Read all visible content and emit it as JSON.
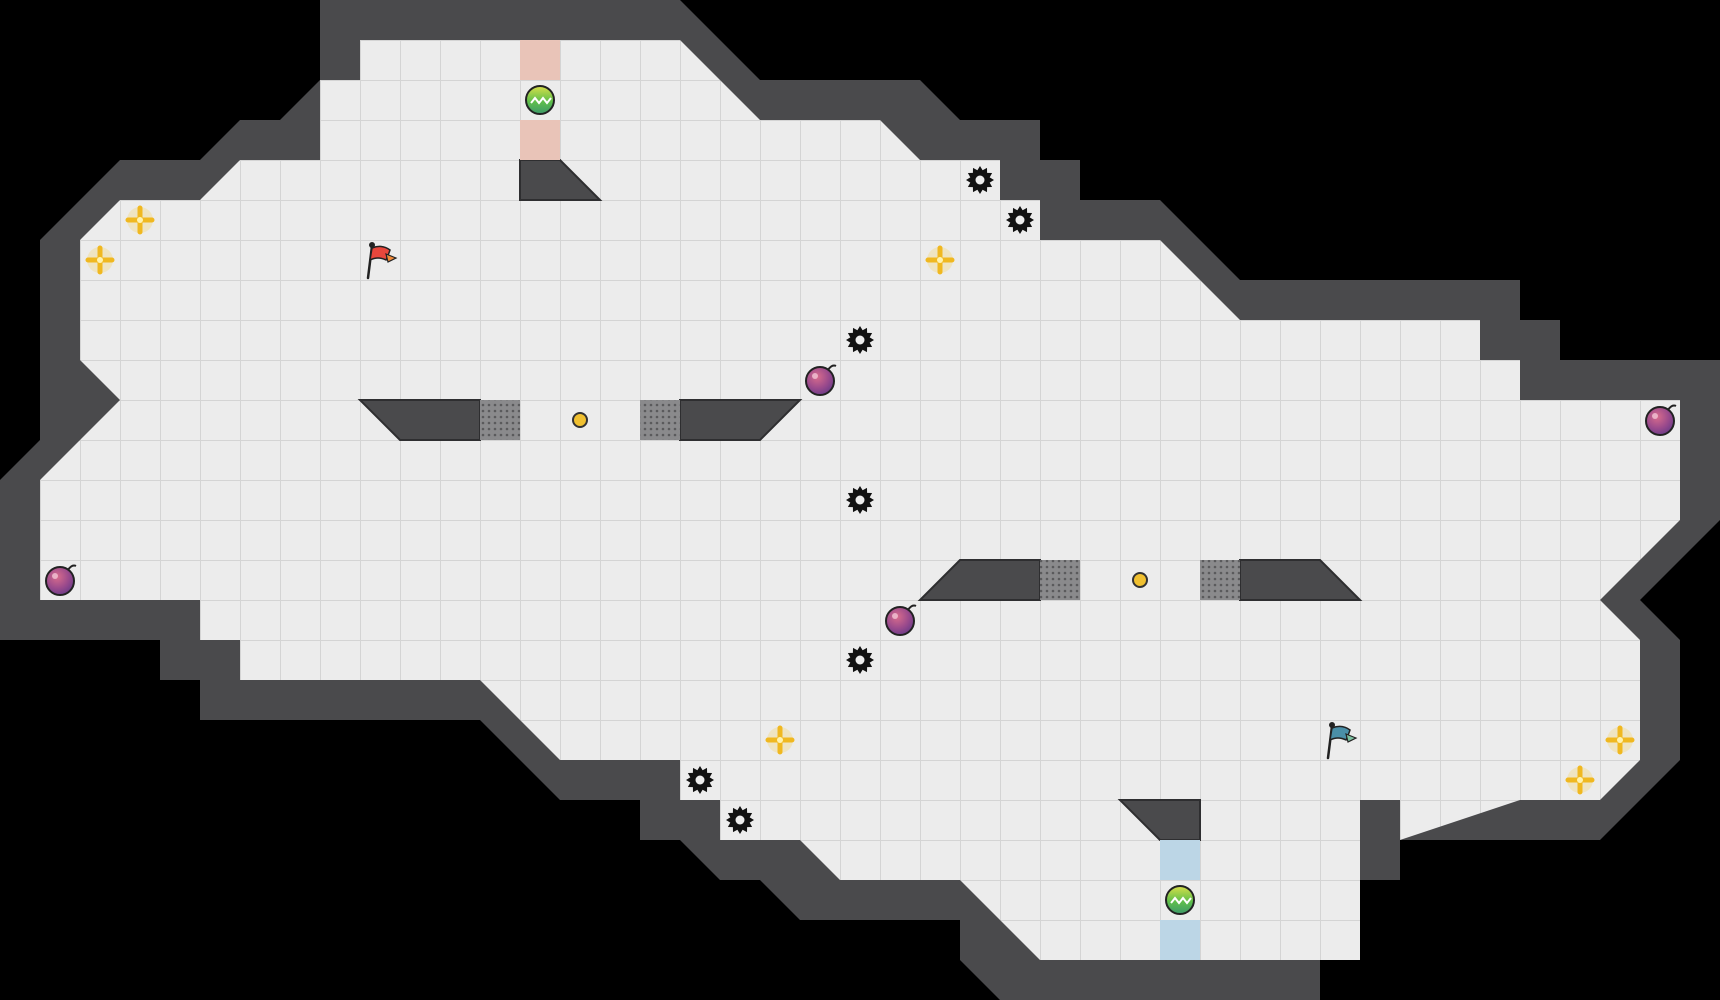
{
  "game": {
    "board": {
      "cols": 43,
      "rows": 25,
      "floor_color": "#ececec",
      "grid_color": "#d6d6d6",
      "wall_color": "#4a4a4c",
      "background_color": "#000000"
    },
    "entities": [
      {
        "id": "red-flag",
        "type": "flag",
        "team": "red",
        "col": 9,
        "row": 6,
        "color": "#e8473c"
      },
      {
        "id": "blue-flag",
        "type": "flag",
        "team": "blue",
        "col": 33,
        "row": 18,
        "color": "#4a8fa8"
      },
      {
        "id": "red-portal",
        "type": "portal",
        "team": "red",
        "col": 13,
        "row": 2
      },
      {
        "id": "blue-portal",
        "type": "portal",
        "team": "blue",
        "col": 29,
        "row": 22
      },
      {
        "id": "boost-1",
        "type": "boost",
        "col": 3,
        "row": 5
      },
      {
        "id": "boost-2",
        "type": "boost",
        "col": 2,
        "row": 6
      },
      {
        "id": "boost-3",
        "type": "boost",
        "col": 23,
        "row": 6
      },
      {
        "id": "boost-4",
        "type": "boost",
        "col": 19,
        "row": 18
      },
      {
        "id": "boost-5",
        "type": "boost",
        "col": 40,
        "row": 18
      },
      {
        "id": "boost-6",
        "type": "boost",
        "col": 39,
        "row": 19
      },
      {
        "id": "bomb-1",
        "type": "bomb",
        "col": 20,
        "row": 9
      },
      {
        "id": "bomb-2",
        "type": "bomb",
        "col": 41,
        "row": 10
      },
      {
        "id": "bomb-3",
        "type": "bomb",
        "col": 1,
        "row": 14
      },
      {
        "id": "bomb-4",
        "type": "bomb",
        "col": 22,
        "row": 15
      },
      {
        "id": "spike-1",
        "type": "spike",
        "col": 24,
        "row": 4
      },
      {
        "id": "spike-2",
        "type": "spike",
        "col": 25,
        "row": 5
      },
      {
        "id": "spike-3",
        "type": "spike",
        "col": 21,
        "row": 8
      },
      {
        "id": "spike-4",
        "type": "spike",
        "col": 21,
        "row": 12
      },
      {
        "id": "spike-5",
        "type": "spike",
        "col": 21,
        "row": 16
      },
      {
        "id": "spike-6",
        "type": "spike",
        "col": 17,
        "row": 19
      },
      {
        "id": "spike-7",
        "type": "spike",
        "col": 18,
        "row": 20
      },
      {
        "id": "button-1",
        "type": "button",
        "col": 14,
        "row": 10
      },
      {
        "id": "button-2",
        "type": "button",
        "col": 28,
        "row": 14
      },
      {
        "id": "gate-1",
        "type": "gate",
        "col": 12,
        "row": 10
      },
      {
        "id": "gate-2",
        "type": "gate",
        "col": 16,
        "row": 10
      },
      {
        "id": "gate-3",
        "type": "gate",
        "col": 26,
        "row": 14
      },
      {
        "id": "gate-4",
        "type": "gate",
        "col": 30,
        "row": 14
      }
    ]
  }
}
